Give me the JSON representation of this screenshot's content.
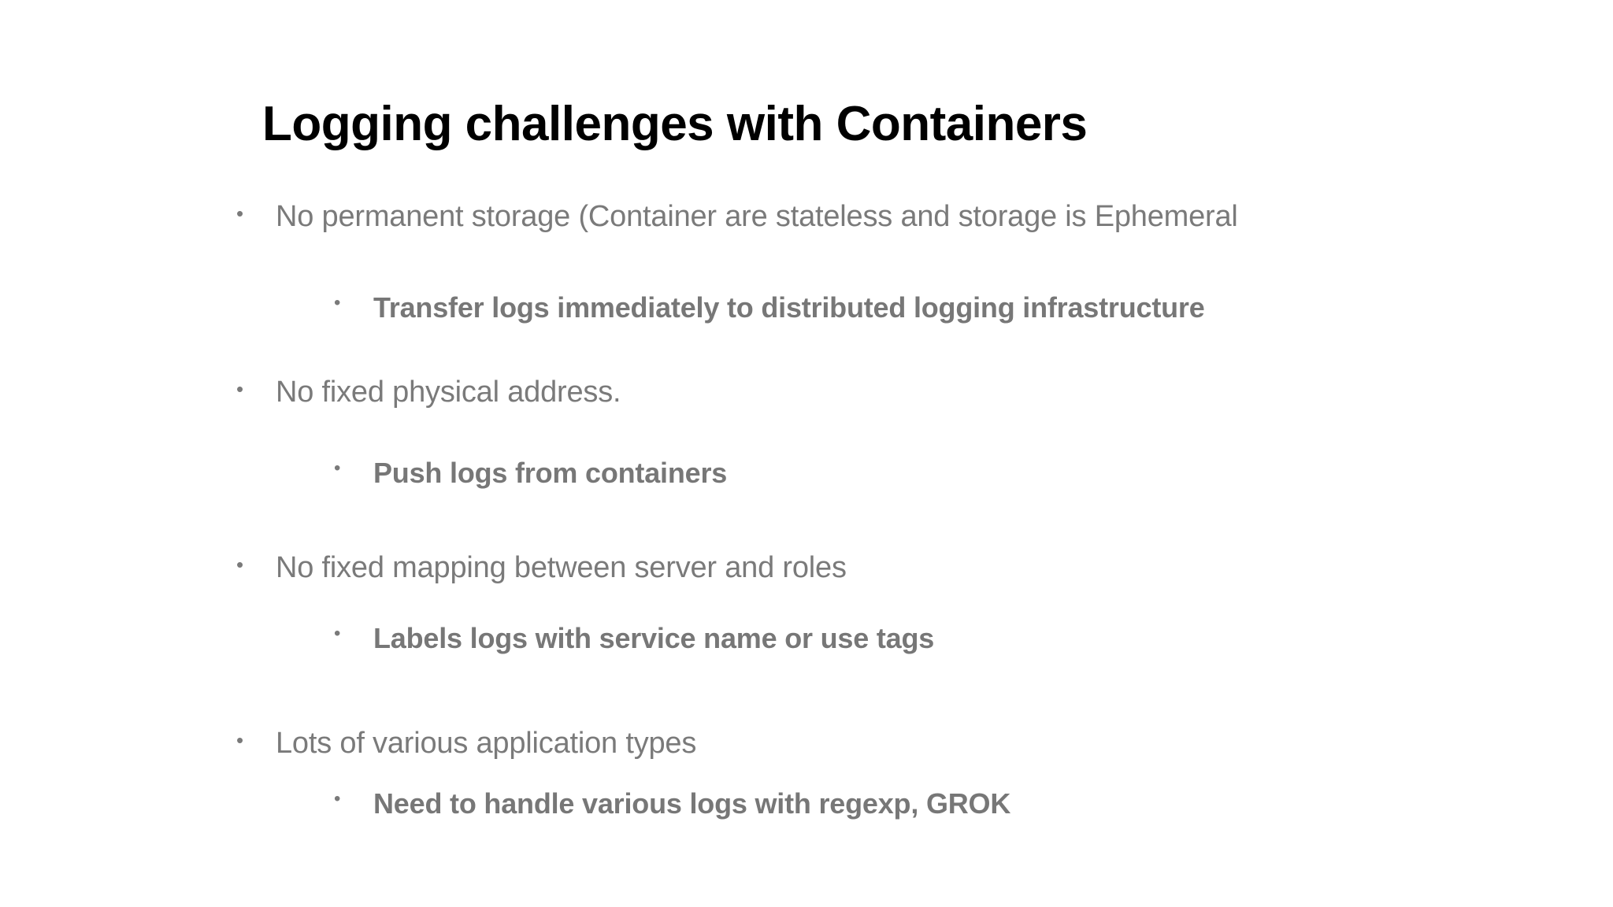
{
  "slide": {
    "title": "Logging challenges with Containers",
    "points": [
      {
        "text": "No permanent storage (Container are stateless and storage is Ephemeral",
        "sub": "Transfer logs immediately to distributed logging infrastructure"
      },
      {
        "text": "No fixed physical address.",
        "sub": "Push logs from containers"
      },
      {
        "text": "No fixed mapping between server and roles",
        "sub": "Labels logs with  service name or use tags"
      },
      {
        "text": "Lots of various application types",
        "sub": "Need to handle various logs with  regexp, GROK"
      }
    ],
    "bullet_glyph": "•"
  },
  "colors": {
    "title": "#000000",
    "body_text": "#7a7a7a",
    "background": "#ffffff"
  }
}
